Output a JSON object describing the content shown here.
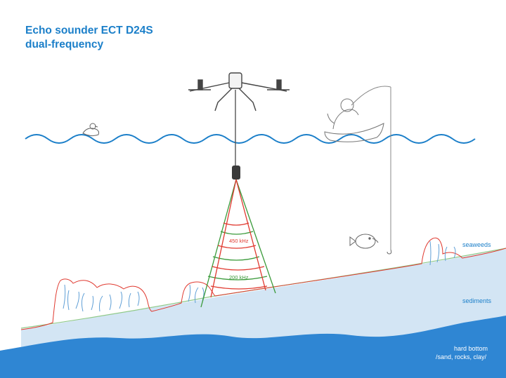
{
  "title": {
    "line1": "Echo sounder ECT D24S",
    "line2": "dual-frequency"
  },
  "beam_labels": {
    "high_freq": "450 kHz",
    "low_freq": "200 kHz"
  },
  "layers": {
    "seaweeds": "seaweeds",
    "sediments": "sediments",
    "hard_bottom_line1": "hard bottom",
    "hard_bottom_line2": "/sand, rocks, clay/"
  },
  "icons": [
    "drone-icon",
    "echo-sounder-icon",
    "boat-icon",
    "duck-icon",
    "fish-icon",
    "fishing-line-icon",
    "seaweed-icon"
  ],
  "colors": {
    "accent": "#1b7fc9",
    "water_wave": "#1b7fc9",
    "sediment": "#cfe3f3",
    "hard_bottom": "#2e86d2",
    "beam_high": "#e0392f",
    "beam_low": "#3a9a3a"
  }
}
